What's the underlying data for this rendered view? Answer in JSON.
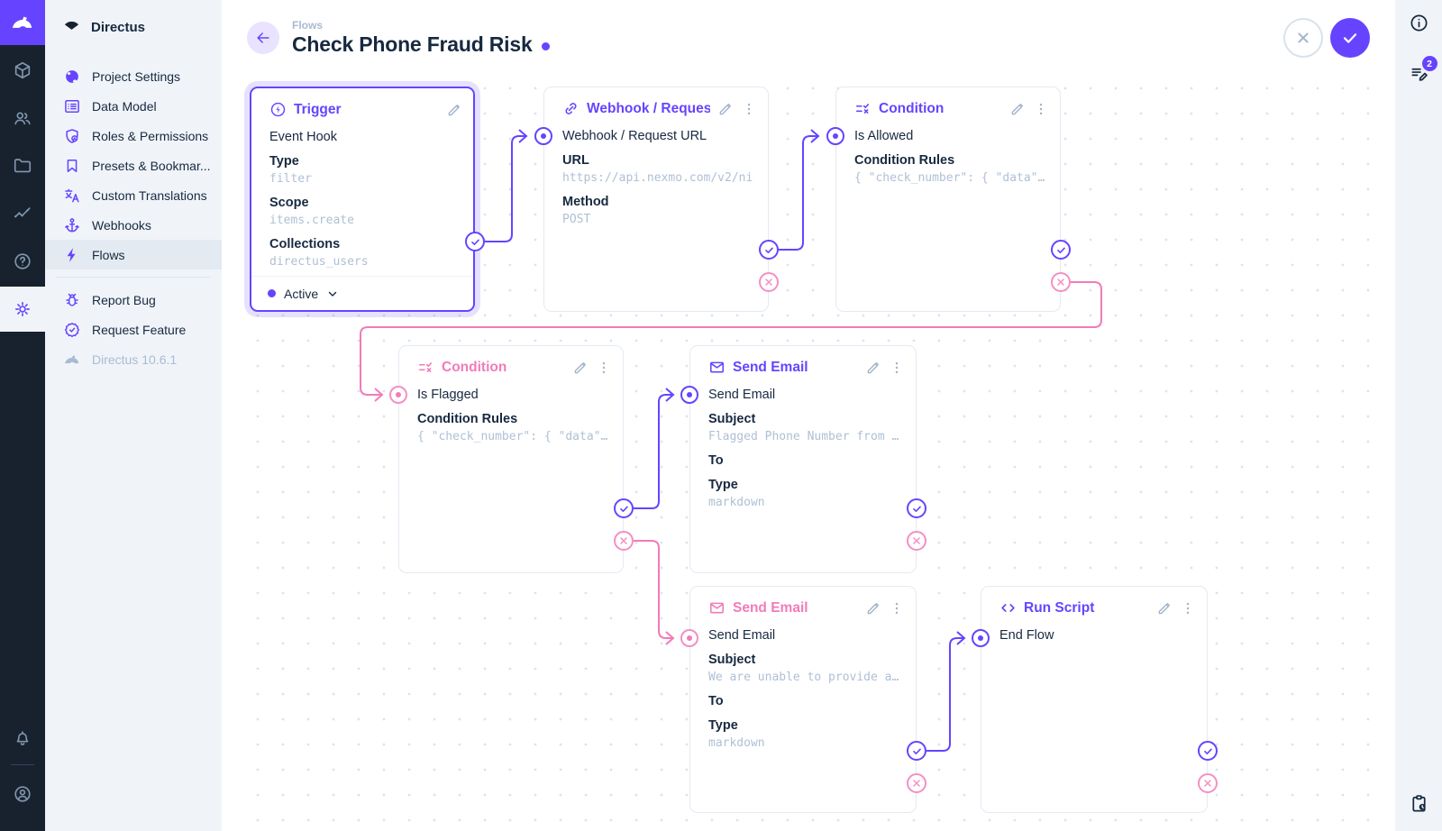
{
  "colors": {
    "purple": "#6644FF",
    "pink": "#F27BB8",
    "dark_navy": "#172940",
    "muted_blue_gray": "#A2B5CD",
    "sidebar_bg": "#F0F4F9",
    "module_bar_bg": "#18222F"
  },
  "sidebar": {
    "app_name": "Directus",
    "items": [
      {
        "label": "Project Settings",
        "icon": "globe-icon"
      },
      {
        "label": "Data Model",
        "icon": "list-alt-icon"
      },
      {
        "label": "Roles & Permissions",
        "icon": "shield-icon"
      },
      {
        "label": "Presets & Bookmar...",
        "icon": "bookmark-icon"
      },
      {
        "label": "Custom Translations",
        "icon": "translate-icon"
      },
      {
        "label": "Webhooks",
        "icon": "anchor-icon"
      },
      {
        "label": "Flows",
        "icon": "bolt-icon",
        "active": true
      },
      {
        "label": "Report Bug",
        "icon": "bug-icon"
      },
      {
        "label": "Request Feature",
        "icon": "verified-icon"
      }
    ],
    "version": "Directus 10.6.1"
  },
  "header": {
    "breadcrumb": "Flows",
    "title": "Check Phone Fraud Risk"
  },
  "right_bar": {
    "notices_badge": "2"
  },
  "flow": {
    "nodes": [
      {
        "id": "trigger",
        "title": "Trigger",
        "accent": "purple",
        "icon": "bolt-circle-icon",
        "name": "Event Hook",
        "fields": [
          {
            "label": "Type",
            "value": "filter"
          },
          {
            "label": "Scope",
            "value": "items.create"
          },
          {
            "label": "Collections",
            "value": "directus_users"
          }
        ],
        "footer": {
          "status": "Active"
        }
      },
      {
        "id": "webhook",
        "title": "Webhook / Request URL",
        "accent": "purple",
        "icon": "link-icon",
        "name": "Webhook / Request URL",
        "fields": [
          {
            "label": "URL",
            "value": "https://api.nexmo.com/v2/ni"
          },
          {
            "label": "Method",
            "value": "POST"
          }
        ]
      },
      {
        "id": "condition-allowed",
        "title": "Condition",
        "accent": "purple",
        "icon": "rule-icon",
        "name": "Is Allowed",
        "fields": [
          {
            "label": "Condition Rules",
            "value": "{ \"check_number\": { \"data\"…"
          }
        ]
      },
      {
        "id": "condition-flagged",
        "title": "Condition",
        "accent": "pink",
        "icon": "rule-icon",
        "name": "Is Flagged",
        "fields": [
          {
            "label": "Condition Rules",
            "value": "{ \"check_number\": { \"data\"…"
          }
        ]
      },
      {
        "id": "send-email-flagged",
        "title": "Send Email",
        "accent": "purple",
        "icon": "mail-icon",
        "name": "Send Email",
        "fields": [
          {
            "label": "Subject",
            "value": "Flagged Phone Number from …"
          },
          {
            "label": "To",
            "value": ""
          },
          {
            "label": "Type",
            "value": "markdown"
          }
        ]
      },
      {
        "id": "send-email-unable",
        "title": "Send Email",
        "accent": "pink",
        "icon": "mail-icon",
        "name": "Send Email",
        "fields": [
          {
            "label": "Subject",
            "value": "We are unable to provide a…"
          },
          {
            "label": "To",
            "value": ""
          },
          {
            "label": "Type",
            "value": "markdown"
          }
        ]
      },
      {
        "id": "run-script",
        "title": "Run Script",
        "accent": "purple",
        "icon": "code-icon",
        "name": "End Flow",
        "fields": []
      }
    ],
    "connections": [
      {
        "from": "trigger",
        "port": "resolve",
        "to": "webhook"
      },
      {
        "from": "webhook",
        "port": "resolve",
        "to": "condition-allowed"
      },
      {
        "from": "condition-allowed",
        "port": "reject",
        "to": "condition-flagged"
      },
      {
        "from": "condition-flagged",
        "port": "resolve",
        "to": "send-email-flagged"
      },
      {
        "from": "condition-flagged",
        "port": "reject",
        "to": "send-email-unable"
      },
      {
        "from": "send-email-unable",
        "port": "resolve",
        "to": "run-script"
      }
    ]
  }
}
